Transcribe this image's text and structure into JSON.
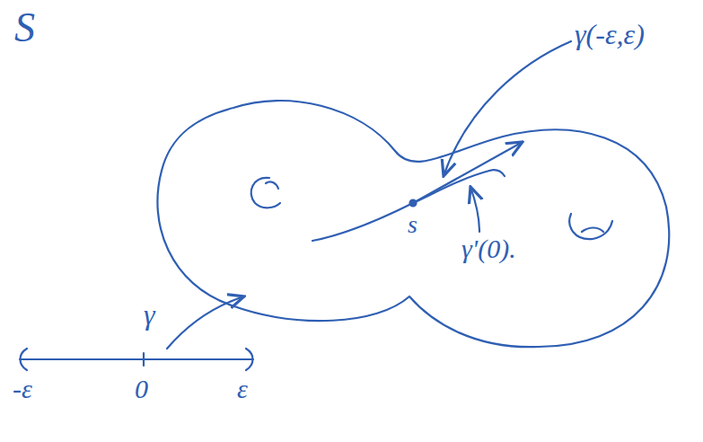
{
  "diagram": {
    "labels": [
      "S",
      "γ(-ε,ε)",
      "s",
      "γ'(0).",
      "γ",
      "-ε",
      "0",
      "ε"
    ]
  }
}
